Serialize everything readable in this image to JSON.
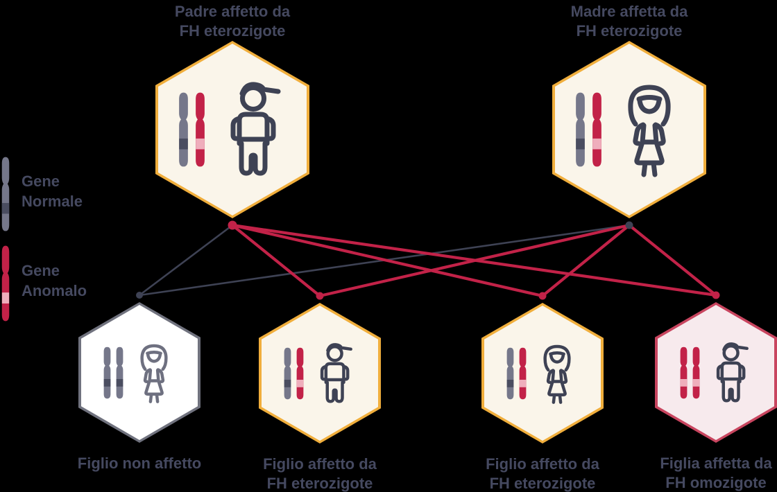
{
  "figure": {
    "background_color": "#000000",
    "text_color": "#454960"
  },
  "legend": {
    "items": [
      {
        "id": "normal",
        "label1": "Gene",
        "label2": "Normale",
        "chromosome_color": "#75778A",
        "band_color": "#4A4D60",
        "line_color": "#3E4254"
      },
      {
        "id": "anomalous",
        "label1": "Gene",
        "label2": "Anomalo",
        "chromosome_color": "#C22248",
        "band_color": "#EFAEBC",
        "line_color": "#C22248"
      }
    ]
  },
  "nodes": [
    {
      "id": "father",
      "row": "parent",
      "label1": "Padre affetto da",
      "label2": "FH eterozigote",
      "person": "male",
      "fill": "#FAF5EA",
      "border": "#F0AE3C",
      "icon_color": "#3E4254",
      "chromosomes": [
        "normal",
        "anomalous"
      ],
      "dot_color": "#C22248"
    },
    {
      "id": "mother",
      "row": "parent",
      "label1": "Madre affetta da",
      "label2": "FH eterozigote",
      "person": "female",
      "fill": "#FAF5EA",
      "border": "#F0AE3C",
      "icon_color": "#3E4254",
      "chromosomes": [
        "normal",
        "anomalous"
      ],
      "dot_color": "#3E4254"
    },
    {
      "id": "child1",
      "row": "child",
      "label1": "Figlio non affetto",
      "label2": "",
      "person": "female",
      "fill": "#FFFFFF",
      "border": "#70727E",
      "icon_color": "#6E7080",
      "chromosomes": [
        "normal",
        "normal"
      ],
      "dot_color": "#3E4254"
    },
    {
      "id": "child2",
      "row": "child",
      "label1": "Figlio affetto da",
      "label2": "FH eterozigote",
      "person": "male",
      "fill": "#FAF5EA",
      "border": "#F0AE3C",
      "icon_color": "#3E4254",
      "chromosomes": [
        "normal",
        "anomalous"
      ],
      "dot_color": "#C22248"
    },
    {
      "id": "child3",
      "row": "child",
      "label1": "Figlio affetto da",
      "label2": "FH eterozigote",
      "person": "female",
      "fill": "#FAF5EA",
      "border": "#F0AE3C",
      "icon_color": "#3E4254",
      "chromosomes": [
        "normal",
        "anomalous"
      ],
      "dot_color": "#C22248"
    },
    {
      "id": "child4",
      "row": "child",
      "label1": "Figlia affetta da",
      "label2": "FH omozigote",
      "person": "male",
      "fill": "#F7EAED",
      "border": "#C8455F",
      "icon_color": "#3E4254",
      "chromosomes": [
        "anomalous",
        "anomalous"
      ],
      "dot_color": "#C22248"
    }
  ],
  "connections": [
    {
      "from": "father",
      "to": "child1",
      "gene": "normal"
    },
    {
      "from": "father",
      "to": "child2",
      "gene": "anomalous"
    },
    {
      "from": "father",
      "to": "child3",
      "gene": "anomalous"
    },
    {
      "from": "father",
      "to": "child4",
      "gene": "anomalous"
    },
    {
      "from": "mother",
      "to": "child1",
      "gene": "normal"
    },
    {
      "from": "mother",
      "to": "child2",
      "gene": "anomalous"
    },
    {
      "from": "mother",
      "to": "child3",
      "gene": "anomalous"
    },
    {
      "from": "mother",
      "to": "child4",
      "gene": "anomalous"
    }
  ]
}
